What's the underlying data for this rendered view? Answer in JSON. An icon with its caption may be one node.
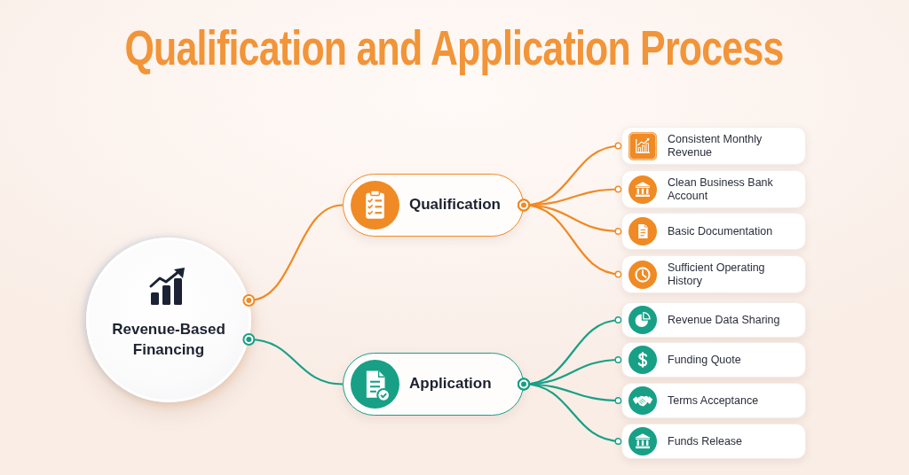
{
  "diagram": {
    "title": "Qualification and Application Process",
    "nodes": [
      {
        "text": [
          "Revenue-Based Financing"
        ]
      },
      {
        "text": [
          "Qualification"
        ]
      },
      {
        "text": [
          "Application"
        ]
      },
      {
        "text": [
          "Consistent Monthly Revenue"
        ]
      },
      {
        "text": [
          "Clean Business Bank Account"
        ]
      },
      {
        "text": [
          "Basic Documentation"
        ]
      },
      {
        "text": [
          "Sufficient Operating History"
        ]
      },
      {
        "text": [
          "Revenue Data Sharing"
        ]
      },
      {
        "text": [
          "Funding Quote"
        ]
      },
      {
        "text": [
          "Terms Acceptance"
        ]
      },
      {
        "text": [
          "Funds Release"
        ]
      }
    ],
    "edges": [
      {
        "from": 0,
        "to": 1,
        "arrow": "other"
      },
      {
        "from": 0,
        "to": 2,
        "arrow": "other",
        "color": "#17a086"
      },
      {
        "from": 1,
        "to": 3,
        "arrow": "other"
      },
      {
        "from": 1,
        "to": 4,
        "arrow": "other"
      },
      {
        "from": 1,
        "to": 5,
        "arrow": "other"
      },
      {
        "from": 1,
        "to": 6,
        "arrow": "other"
      },
      {
        "from": 2,
        "to": 7,
        "arrow": "other",
        "color": "#17a086"
      },
      {
        "from": 2,
        "to": 8,
        "arrow": "other",
        "color": "#17a086"
      },
      {
        "from": 2,
        "to": 9,
        "arrow": "other",
        "color": "#17a086"
      },
      {
        "from": 2,
        "to": 10,
        "arrow": "other",
        "color": "#17a086"
      }
    ]
  }
}
